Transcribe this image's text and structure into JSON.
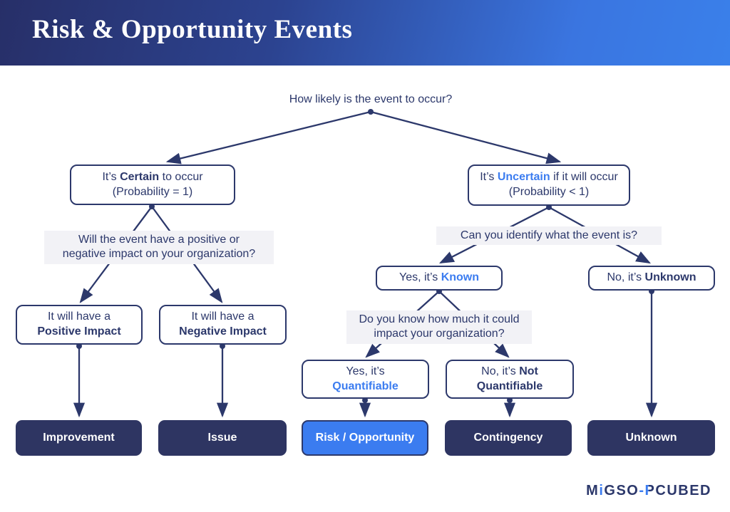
{
  "header": {
    "title": "Risk & Opportunity Events"
  },
  "questions": {
    "root": "How likely is the event to occur?",
    "impact_line1": "Will the event have a positive or",
    "impact_line2": "negative impact on your organization?",
    "identify": "Can you identify what the event is?",
    "quantify_line1": "Do you know how much it could",
    "quantify_line2": "impact your organization?"
  },
  "nodes": {
    "certain": {
      "pre": "It’s ",
      "emph": "Certain",
      "post": " to occur",
      "line2": "(Probability = 1)"
    },
    "uncertain": {
      "pre": "It’s ",
      "emph": "Uncertain",
      "post": " if it will occur",
      "line2": "(Probability < 1)"
    },
    "positive": {
      "line1": "It will have a",
      "emph": "Positive Impact"
    },
    "negative": {
      "line1": "It will have a",
      "emph": "Negative Impact"
    },
    "known": {
      "pre": "Yes, it’s ",
      "emph": "Known"
    },
    "unknown": {
      "pre": "No, it’s ",
      "emph": "Unknown"
    },
    "quantifiable": {
      "line1": "Yes, it’s",
      "emph": "Quantifiable"
    },
    "not_quantifiable": {
      "pre": "No, it’s ",
      "emph": "Not",
      "line2": "Quantifiable"
    }
  },
  "outcomes": {
    "improvement": "Improvement",
    "issue": "Issue",
    "risk_opportunity": "Risk / Opportunity",
    "contingency": "Contingency",
    "unknown": "Unknown"
  },
  "logo": {
    "m": "M",
    "i": "i",
    "gso": "GSO",
    "hyphen": "-",
    "p": "P",
    "cubed": "CUBED"
  },
  "colors": {
    "navy": "#2c386b",
    "accent_blue": "#3b7cf0",
    "outcome_box_navy": "#2e3562",
    "question_background": "#f2f2f6",
    "header_gradient_start": "#272f68",
    "header_gradient_end": "#3a80ea"
  }
}
